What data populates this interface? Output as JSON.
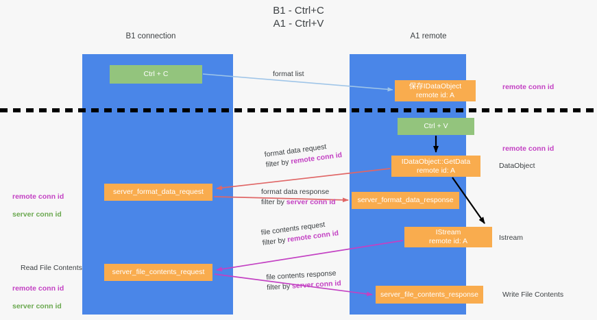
{
  "title": {
    "line1": "B1 - Ctrl+C",
    "line2": "A1 - Ctrl+V"
  },
  "columns": [
    {
      "id": "b1",
      "name": "B1",
      "role": "connection",
      "header": "B1\nconnection"
    },
    {
      "id": "a1",
      "name": "A1",
      "role": "remote",
      "header": "A1\nremote"
    }
  ],
  "boxes": {
    "ctrl_c": "Ctrl + C",
    "save_idataobject": "保存IDataObject\nremote id: A",
    "ctrl_v": "Ctrl + V",
    "getdata": "IDataObject::GetData\nremote id: A",
    "server_format_data_request": "server_format_data_request",
    "server_format_data_response": "server_format_data_response",
    "istream": "IStream\nremote id: A",
    "server_file_contents_request": "server_file_contents_request",
    "server_file_contents_response": "server_file_contents_response"
  },
  "arrow_labels": {
    "format_list": "format list",
    "format_data_request": "format data request",
    "format_data_request_filter_prefix": "filter by ",
    "format_data_request_filter_key": "remote conn id",
    "format_data_response": "format data response",
    "format_data_response_filter_prefix": "filter by ",
    "format_data_response_filter_key": "server conn id",
    "file_contents_request": "file contents request",
    "file_contents_request_filter_prefix": "filter by ",
    "file_contents_request_filter_key": "remote conn id",
    "file_contents_response": "file contents response",
    "file_contents_response_filter_prefix": "filter by ",
    "file_contents_response_filter_key": "server conn id"
  },
  "notes": {
    "remote_conn_id_top": "remote conn id",
    "remote_conn_id_mid": "remote conn id",
    "dataobject": "DataObject",
    "istream": "Istream",
    "write_file_contents": "Write File Contents",
    "read_file_contents": "Read File Contents",
    "left_remote_conn_id": "remote conn id",
    "left_server_conn_id": "server conn id",
    "left_remote_conn_id_2": "remote conn id",
    "left_server_conn_id_2": "server conn id"
  },
  "colors": {
    "lane": "#4a86e8",
    "green_box": "#93c47d",
    "orange_box": "#f9ac4e",
    "magenta": "#c341c3",
    "green_text": "#6aa84f",
    "red_arrow": "#e06666",
    "blue_arrow": "#9fc5e8",
    "magenta_arrow": "#c341c3",
    "black": "#000000",
    "background": "#f7f7f7"
  }
}
